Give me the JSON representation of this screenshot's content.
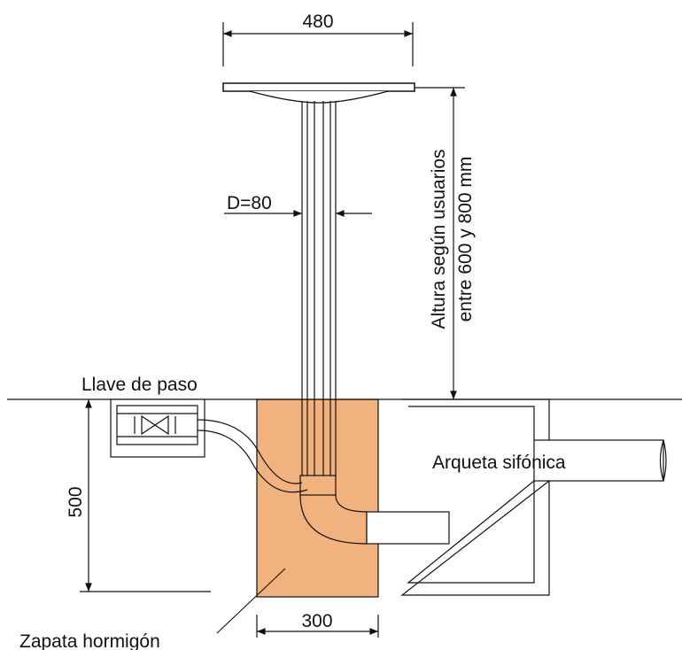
{
  "labels": {
    "top_width": "480",
    "diameter": "D=80",
    "height_line1": "Altura según usuarios",
    "height_line2": "entre 600 y 800 mm",
    "valve": "Llave de paso",
    "depth": "500",
    "trap": "Arqueta sifónica",
    "base_width": "300",
    "footing": "Zapata hormigón"
  },
  "colors": {
    "concrete": "#f2b27e",
    "line": "#111111",
    "background": "#ffffff"
  }
}
